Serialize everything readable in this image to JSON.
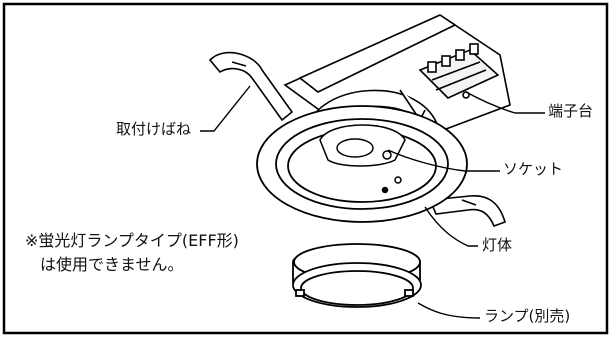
{
  "labels": {
    "terminal_block": "端子台",
    "mounting_spring": "取付けばね",
    "socket": "ソケット",
    "housing": "灯体",
    "lamp": "ランプ(別売)"
  },
  "note": {
    "line1": "※蛍光灯ランプタイプ(EFF形)",
    "line2": "は使用できません。"
  }
}
